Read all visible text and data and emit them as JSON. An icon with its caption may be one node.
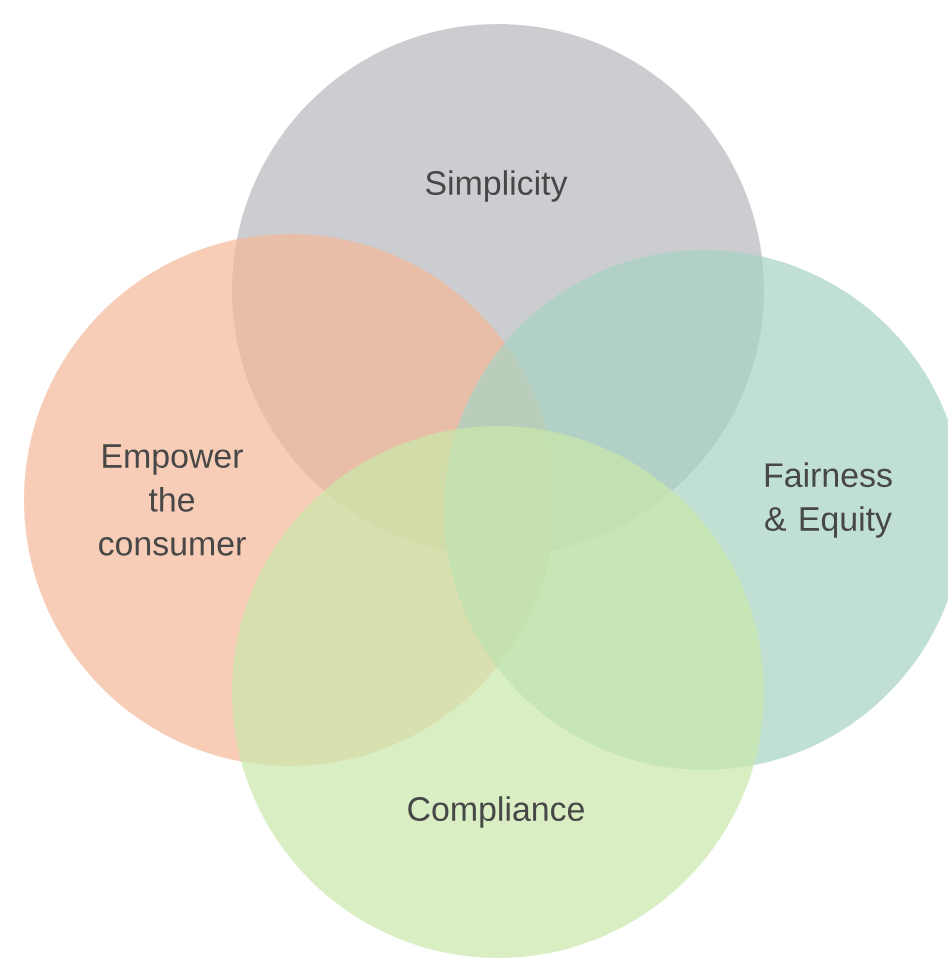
{
  "diagram": {
    "nodes": [
      {
        "text": [
          "Simplicity"
        ]
      },
      {
        "text": [
          "Empower the consumer"
        ]
      },
      {
        "text": [
          "Fairness & Equity"
        ]
      },
      {
        "text": [
          "Compliance"
        ]
      }
    ]
  }
}
